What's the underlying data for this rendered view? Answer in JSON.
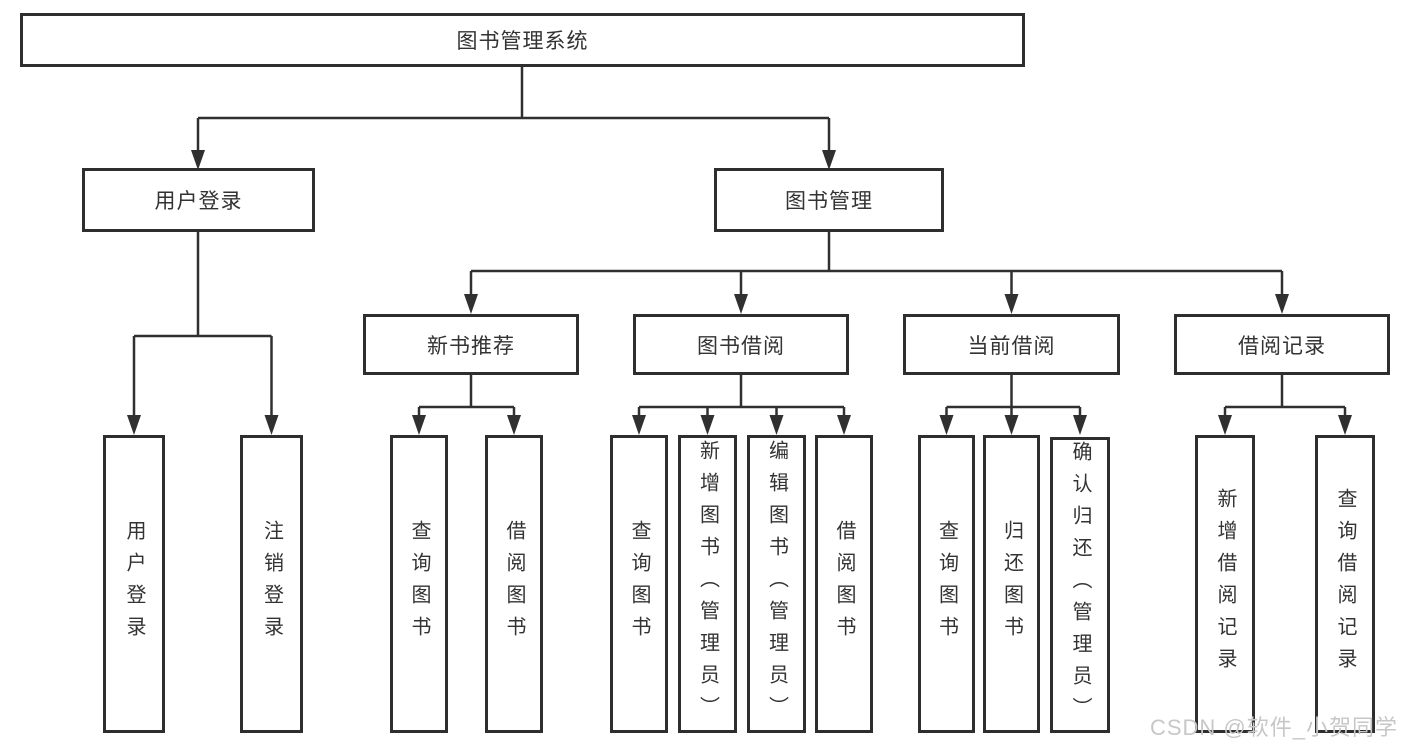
{
  "tree": {
    "label": "图书管理系统",
    "children": [
      {
        "label": "用户登录",
        "children": [
          {
            "label": "用户登录"
          },
          {
            "label": "注销登录"
          }
        ]
      },
      {
        "label": "图书管理",
        "children": [
          {
            "label": "新书推荐",
            "children": [
              {
                "label": "查询图书"
              },
              {
                "label": "借阅图书"
              }
            ]
          },
          {
            "label": "图书借阅",
            "children": [
              {
                "label": "查询图书"
              },
              {
                "label": "新增图书（管理员）"
              },
              {
                "label": "编辑图书（管理员）"
              },
              {
                "label": "借阅图书"
              }
            ]
          },
          {
            "label": "当前借阅",
            "children": [
              {
                "label": "查询图书"
              },
              {
                "label": "归还图书"
              },
              {
                "label": "确认归还（管理员）"
              }
            ]
          },
          {
            "label": "借阅记录",
            "children": [
              {
                "label": "新增借阅记录"
              },
              {
                "label": "查询借阅记录"
              }
            ]
          }
        ]
      }
    ]
  },
  "colors": {
    "line": "#303030",
    "border": "#2e2e2e",
    "text": "#333333",
    "watermark": "#c7c7c7"
  },
  "watermark": "CSDN @软件_小贺同学"
}
